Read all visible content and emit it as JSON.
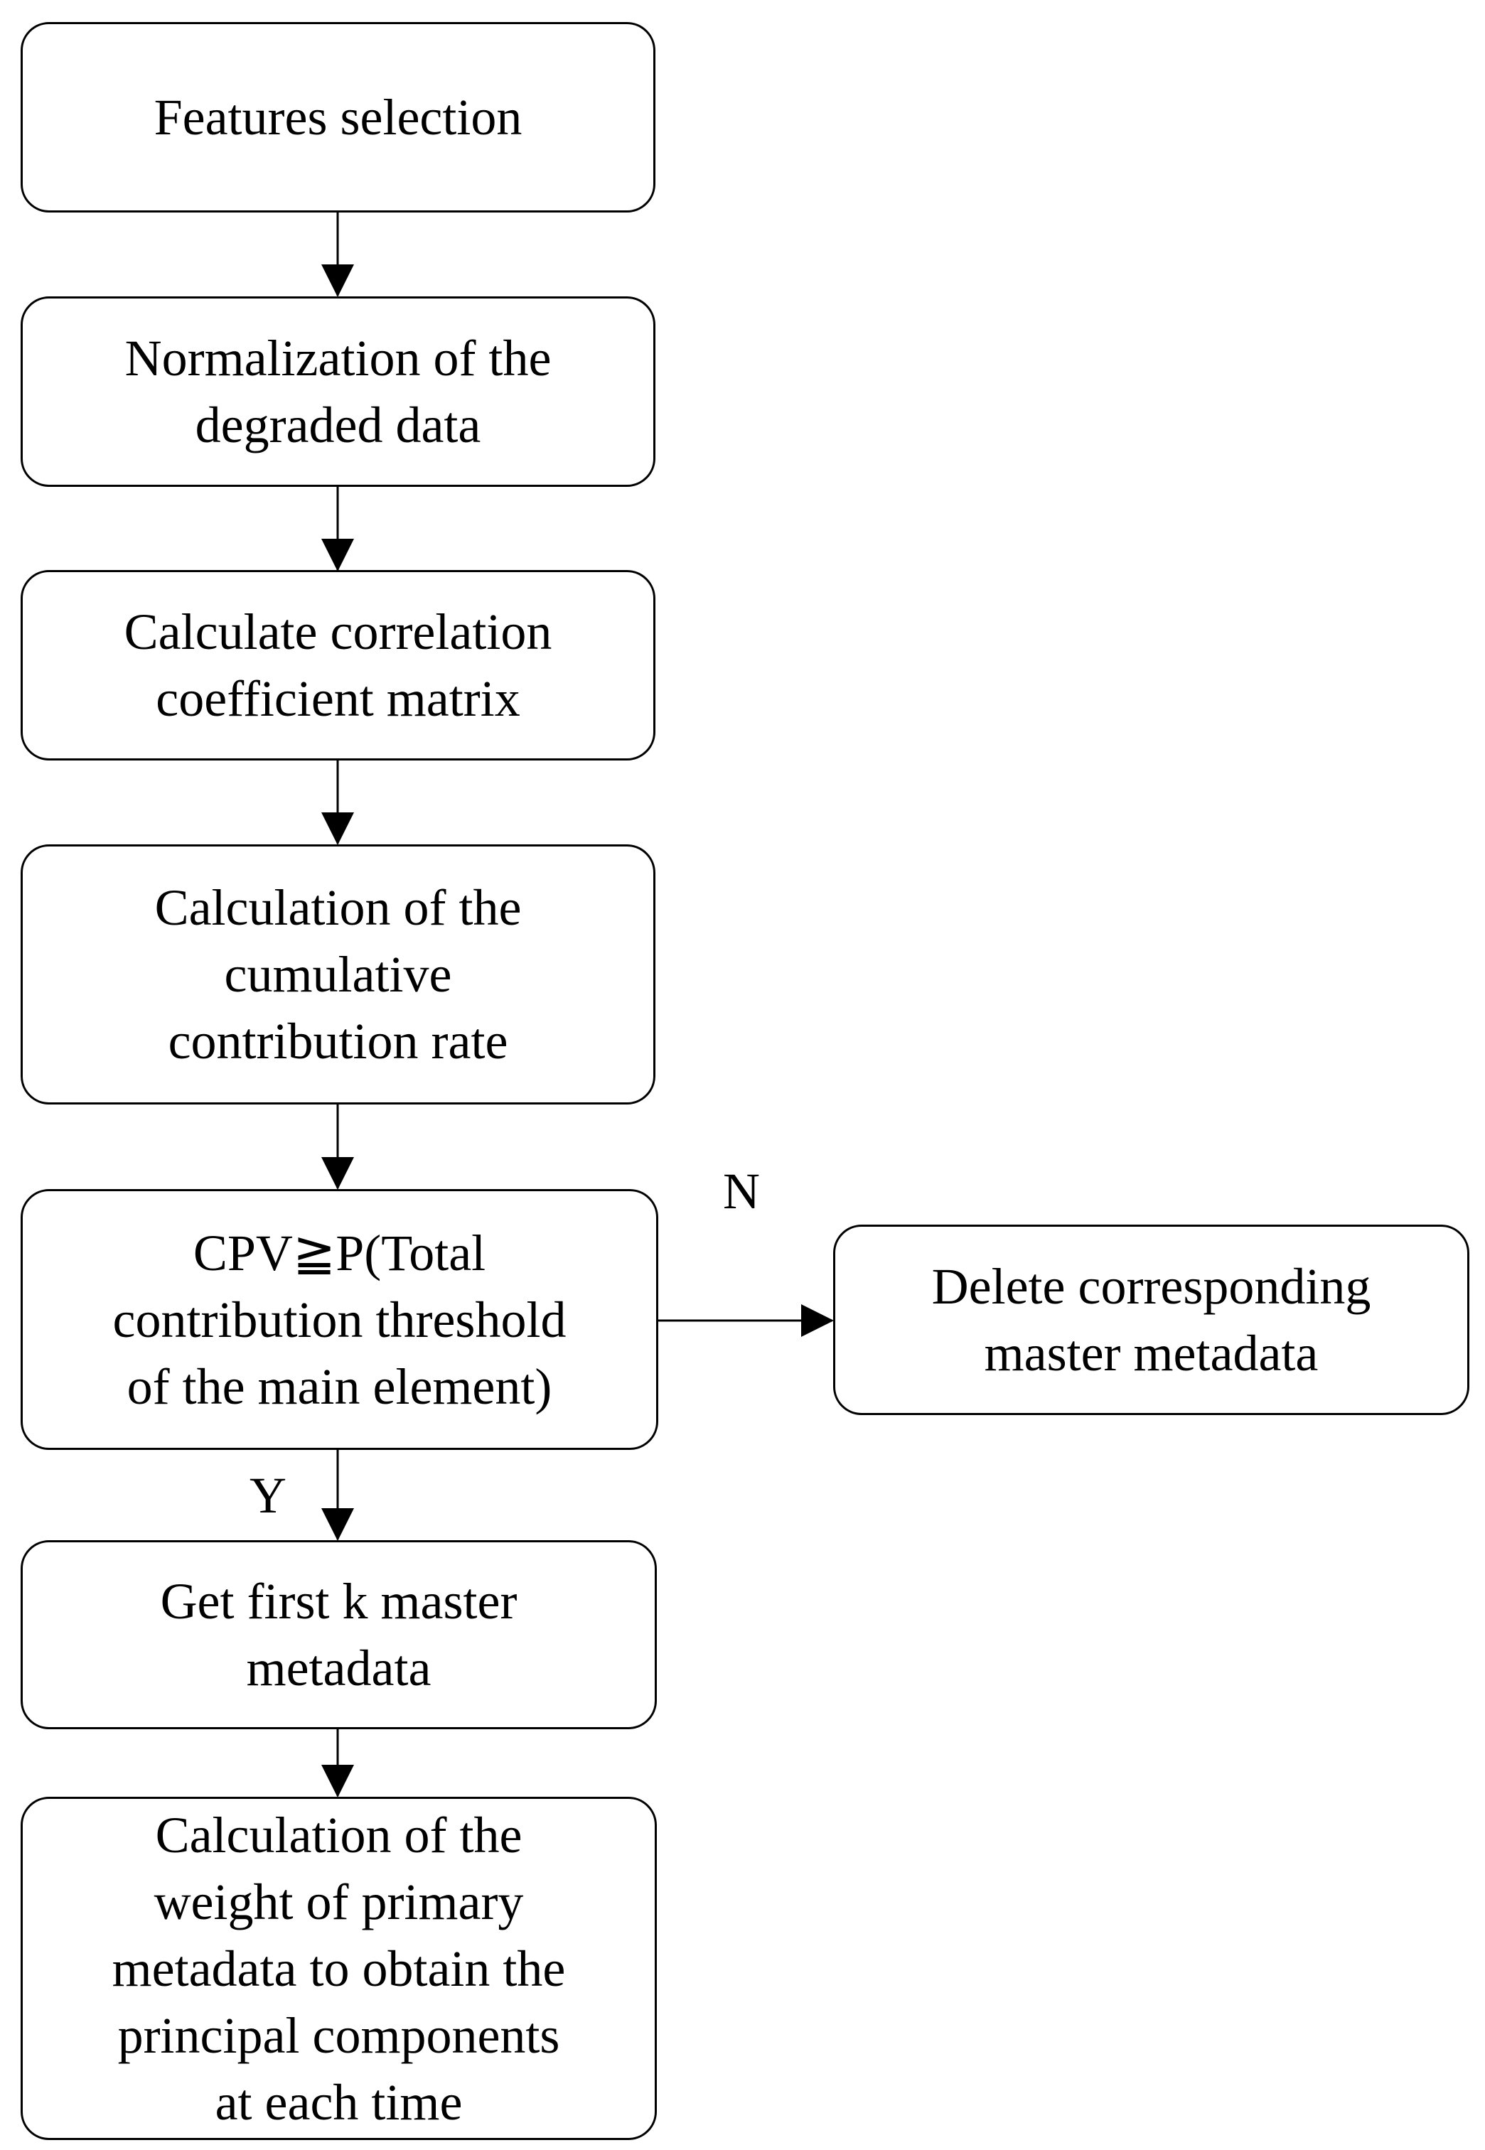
{
  "nodes": {
    "features_selection": [
      "Features selection"
    ],
    "normalization": [
      "Normalization of the",
      "degraded data"
    ],
    "correlation_matrix": [
      "Calculate correlation",
      "coefficient matrix"
    ],
    "cumulative_rate": [
      "Calculation of the",
      "cumulative",
      "contribution rate"
    ],
    "cpv_decision": [
      "CPV≧P(Total",
      "contribution threshold",
      "of the main element)"
    ],
    "delete_metadata": [
      "Delete corresponding",
      "master metadata"
    ],
    "first_k": [
      "Get first k master",
      "metadata"
    ],
    "weight_calc": [
      "Calculation of the",
      "weight of primary",
      "metadata to obtain the",
      "principal components",
      "at each time"
    ]
  },
  "edge_labels": {
    "no": "N",
    "yes": "Y"
  }
}
